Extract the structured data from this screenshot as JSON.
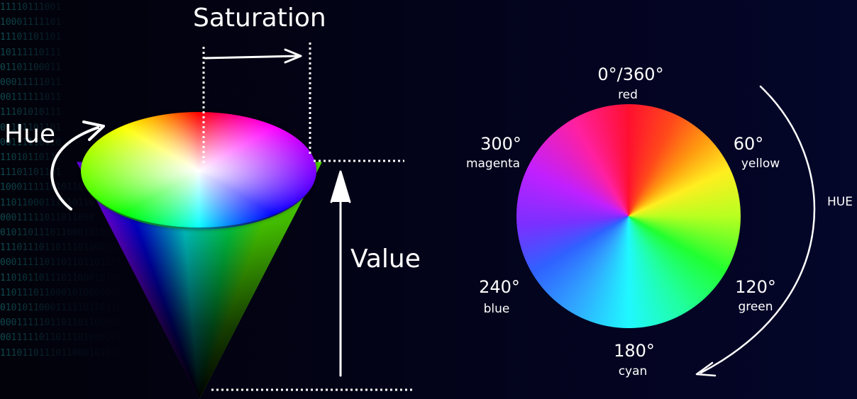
{
  "cone_diagram": {
    "saturation_label": "Saturation",
    "hue_label": "Hue",
    "value_label": "Value"
  },
  "hue_wheel": {
    "direction_label": "HUE",
    "positions": [
      {
        "degrees": "0°/360°",
        "name": "red",
        "color": "#ff1030"
      },
      {
        "degrees": "60°",
        "name": "yellow",
        "color": "#ffee20"
      },
      {
        "degrees": "120°",
        "name": "green",
        "color": "#20ff30"
      },
      {
        "degrees": "180°",
        "name": "cyan",
        "color": "#20f8ff"
      },
      {
        "degrees": "240°",
        "name": "blue",
        "color": "#3060ff"
      },
      {
        "degrees": "300°",
        "name": "magenta",
        "color": "#c020ff"
      }
    ]
  },
  "colors": {
    "background": "#030318",
    "annotation": "#ffffff",
    "binary_text": "#1a8c8c"
  }
}
